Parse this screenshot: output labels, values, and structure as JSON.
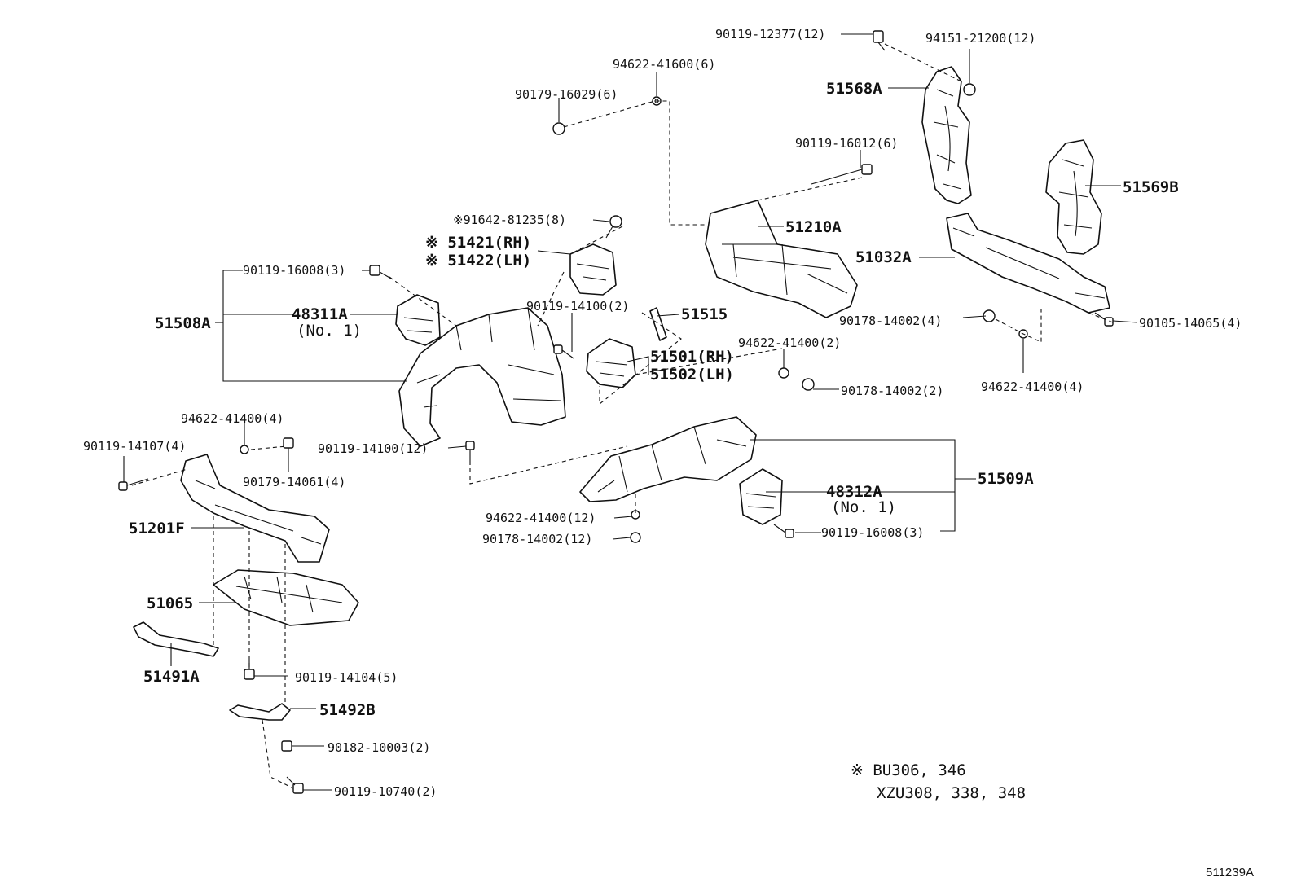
{
  "labels": {
    "p_9011912377": "90119-12377(12)",
    "p_9415121200": "94151-21200(12)",
    "p_9462241600": "94622-41600(6)",
    "p_9017916029": "90179-16029(6)",
    "p_51568A": "51568A",
    "p_9011916012": "90119-16012(6)",
    "p_51569B": "51569B",
    "p_9164281235": "※91642-81235(8)",
    "p_51210A": "51210A",
    "p_51421": "※ 51421(RH)",
    "p_51422": "※ 51422(LH)",
    "p_51032A": "51032A",
    "p_9011916008a": "90119-16008(3)",
    "p_51508A": "51508A",
    "p_48311A": "48311A",
    "p_no1a": "(No. 1)",
    "p_9011914100a": "90119-14100(2)",
    "p_51515": "51515",
    "p_9017814002a": "90178-14002(4)",
    "p_9010514065": "90105-14065(4)",
    "p_9462241400a": "94622-41400(2)",
    "p_51501": "51501(RH)",
    "p_51502": "51502(LH)",
    "p_9017814002b": "90178-14002(2)",
    "p_9462241400b": "94622-41400(4)",
    "p_9462241400c": "94622-41400(4)",
    "p_9011914107": "90119-14107(4)",
    "p_9011914100b": "90119-14100(12)",
    "p_9017914061": "90179-14061(4)",
    "p_51509A": "51509A",
    "p_48312A": "48312A",
    "p_no1b": "(No. 1)",
    "p_9462241400d": "94622-41400(12)",
    "p_9017814002c": "90178-14002(12)",
    "p_9011916008b": "90119-16008(3)",
    "p_51201F": "51201F",
    "p_51065": "51065",
    "p_51491A": "51491A",
    "p_9011914104": "90119-14104(5)",
    "p_51492B": "51492B",
    "p_9018210003": "90182-10003(2)",
    "p_9011910740": "90119-10740(2)"
  },
  "note": {
    "line1": "※ BU306, 346",
    "line2": "XZU308, 338, 348"
  },
  "figure_id": "511239A"
}
